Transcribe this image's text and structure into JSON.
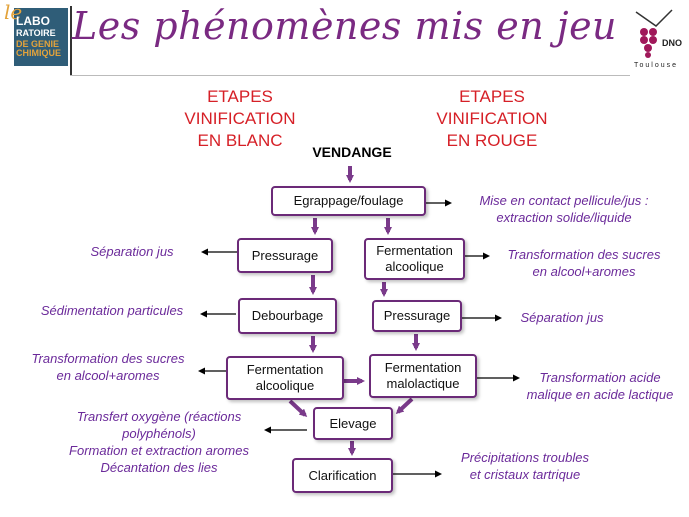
{
  "header": {
    "title": "Les phénomènes mis en jeu",
    "logo_left": {
      "le": "le",
      "line1": "LABO",
      "line2": "RATOIRE",
      "line3": "DE GENIE",
      "line4": "CHIMIQUE"
    },
    "logo_right": {
      "label": "DNO",
      "city": "Toulouse"
    }
  },
  "columns": {
    "left_heading": [
      "ETAPES",
      "VINIFICATION",
      "EN BLANC"
    ],
    "right_heading": [
      "ETAPES",
      "VINIFICATION",
      "EN ROUGE"
    ]
  },
  "top_label": "VENDANGE",
  "steps": {
    "egrappage": "Egrappage/foulage",
    "pressurage_blanc": "Pressurage",
    "fermentation_rouge": [
      "Fermentation",
      "alcoolique"
    ],
    "debourbage": "Debourbage",
    "pressurage_rouge": "Pressurage",
    "fermentation_blanc": [
      "Fermentation",
      "alcoolique"
    ],
    "malolactique": [
      "Fermentation",
      "malolactique"
    ],
    "elevage": "Elevage",
    "clarification": "Clarification"
  },
  "notes": {
    "egrappage": [
      "Mise  en contact pellicule/jus :",
      "extraction solide/liquide"
    ],
    "separation_left": "Séparation jus",
    "transfo_right_1": [
      "Transformation des sucres",
      "en alcool+aromes"
    ],
    "sedimentation": "Sédimentation particules",
    "separation_right": "Séparation jus",
    "transfo_left": [
      "Transformation des sucres",
      "en alcool+aromes"
    ],
    "malique": [
      "Transformation acide",
      "malique en acide lactique"
    ],
    "elevage": [
      "Transfert oxygène (réactions",
      "polyphénols)",
      "Formation et extraction aromes",
      "Décantation des lies"
    ],
    "clarification": [
      "Précipitations troubles",
      "et cristaux tartrique"
    ]
  },
  "colors": {
    "title": "#7a2a82",
    "heading": "#d62027",
    "box_border": "#6b2a78",
    "arrow": "#7a3a8a",
    "note": "#6b2a9a"
  }
}
